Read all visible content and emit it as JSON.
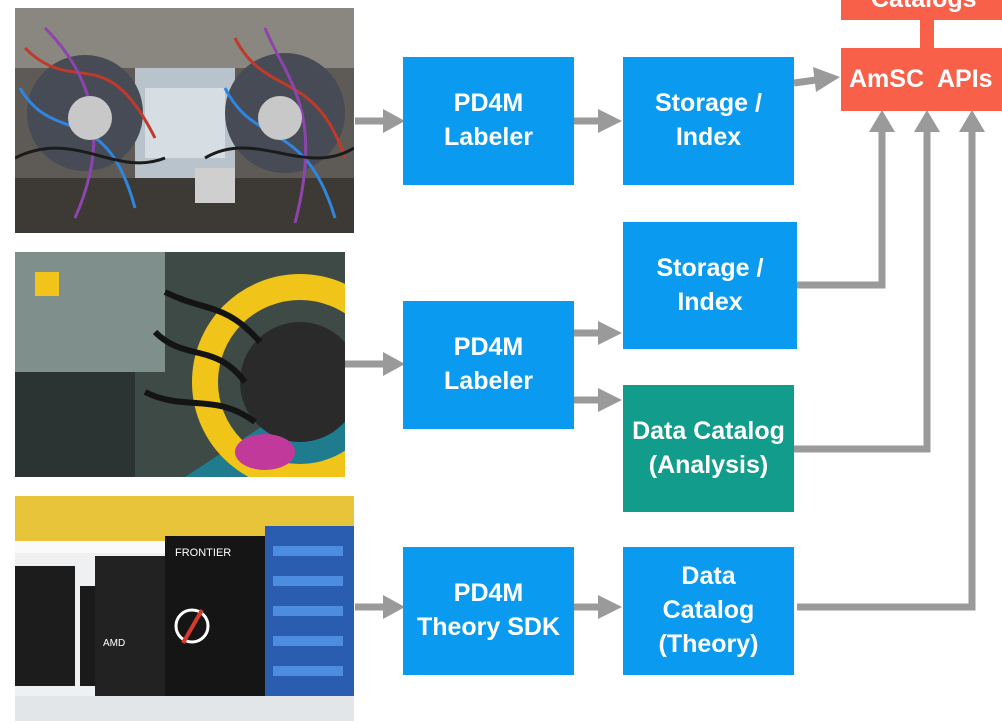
{
  "colors": {
    "process_box": "#0a9bf0",
    "analysis_catalog": "#129c8c",
    "amsc": "#f9604a",
    "arrow": "#9a9a9a"
  },
  "photos": [
    {
      "subject": "detector with cabling (top)"
    },
    {
      "subject": "detector with yellow ring (middle)"
    },
    {
      "subject": "Frontier supercomputer racks (bottom)",
      "visible_text": [
        "FRONTIER",
        "AMD"
      ]
    }
  ],
  "boxes": {
    "labeler_1": "PD4M\nLabeler",
    "storage_1": "Storage /\nIndex",
    "labeler_2": "PD4M\nLabeler",
    "storage_2": "Storage /\nIndex",
    "data_catalog_analysis": "Data Catalog\n(Analysis)",
    "theory_sdk": "PD4M\nTheory SDK",
    "data_catalog_theory": "Data\nCatalog\n(Theory)",
    "catalogs_partial": "Catalogs",
    "amsc_apis": "AmSC  APIs"
  }
}
